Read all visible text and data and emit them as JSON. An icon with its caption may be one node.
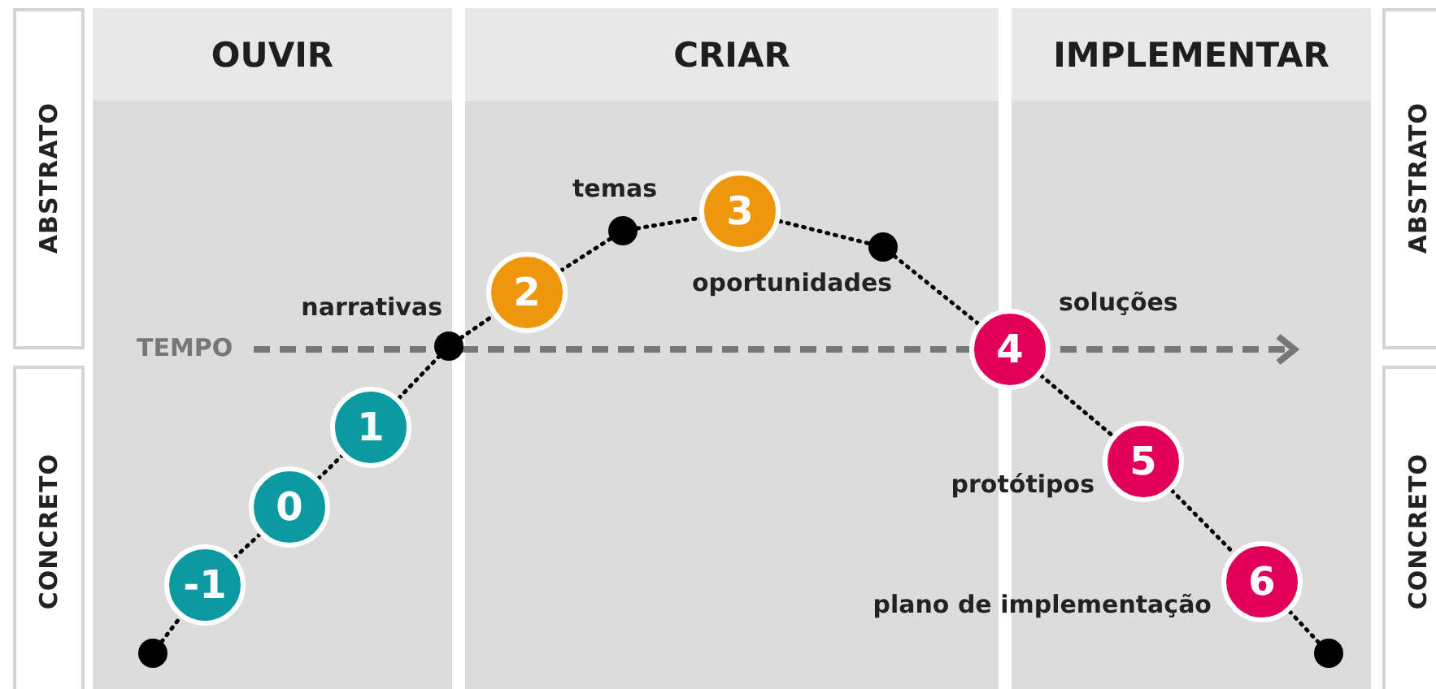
{
  "diagram": {
    "nodes": [
      {
        "text": [
          "ABSTRATO"
        ]
      },
      {
        "text": [
          "CONCRETO"
        ]
      },
      {
        "text": [
          "OUVIR"
        ]
      },
      {
        "text": [
          "CRIAR"
        ]
      },
      {
        "text": [
          "IMPLEMENTAR"
        ]
      },
      {
        "text": [
          "ABSTRATO"
        ]
      },
      {
        "text": [
          "CONCRETO"
        ]
      },
      {
        "text": [],
        "shape": "circle",
        "in": 2
      },
      {
        "text": [
          "-1"
        ],
        "in": 2
      },
      {
        "text": [
          "0"
        ],
        "in": 2
      },
      {
        "text": [
          "1"
        ],
        "in": 2
      },
      {
        "text": [],
        "shape": "circle",
        "beside": [
          "narrativas"
        ]
      },
      {
        "text": [
          "2"
        ],
        "in": 3
      },
      {
        "text": [],
        "shape": "circle",
        "beside": [
          "temas"
        ],
        "in": 3
      },
      {
        "text": [
          "3"
        ],
        "in": 3
      },
      {
        "text": [],
        "shape": "circle",
        "beside": [
          "oportunidades"
        ],
        "in": 3
      },
      {
        "text": [
          "4"
        ],
        "beside": [
          "soluções"
        ]
      },
      {
        "text": [
          "5"
        ],
        "beside": [
          "protótipos"
        ],
        "in": 4
      },
      {
        "text": [
          "6"
        ],
        "beside": [
          "plano de implementação"
        ],
        "in": 4
      },
      {
        "text": [],
        "shape": "circle",
        "in": 4
      }
    ],
    "edges": [
      {
        "from": 7,
        "to": 8,
        "arrow": "none",
        "style": "dashed"
      },
      {
        "from": 8,
        "to": 9,
        "arrow": "none",
        "style": "dashed"
      },
      {
        "from": 9,
        "to": 10,
        "arrow": "none",
        "style": "dashed"
      },
      {
        "from": 10,
        "to": 11,
        "arrow": "none",
        "style": "dashed"
      },
      {
        "from": 11,
        "to": 12,
        "arrow": "none",
        "style": "dashed"
      },
      {
        "from": 12,
        "to": 13,
        "arrow": "none",
        "style": "dashed"
      },
      {
        "from": 13,
        "to": 14,
        "arrow": "none",
        "style": "dashed"
      },
      {
        "from": 14,
        "to": 15,
        "arrow": "none",
        "style": "dashed"
      },
      {
        "from": 15,
        "to": 16,
        "arrow": "none",
        "style": "dashed"
      },
      {
        "from": 16,
        "to": 17,
        "arrow": "none",
        "style": "dashed"
      },
      {
        "from": 17,
        "to": 18,
        "arrow": "none",
        "style": "dashed"
      },
      {
        "from": 18,
        "to": 19,
        "arrow": "none",
        "style": "dashed"
      }
    ],
    "labels": [
      "TEMPO"
    ]
  }
}
